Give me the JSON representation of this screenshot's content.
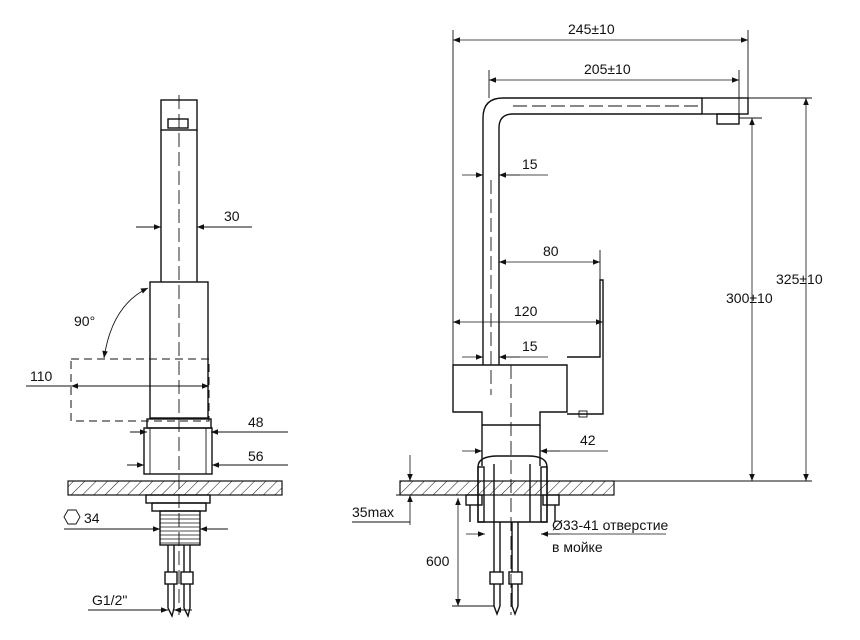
{
  "dimensions": {
    "left": {
      "d30": "30",
      "angle": "90°",
      "d110": "110",
      "d48": "48",
      "d56": "56",
      "hex34": "34",
      "thread": "G1/2\""
    },
    "right": {
      "d245": "245±10",
      "d205": "205±10",
      "d15_top": "15",
      "d80": "80",
      "d120": "120",
      "d15_mid": "15",
      "d300": "300±10",
      "d325": "325±10",
      "d42": "42",
      "d35max": "35max",
      "d600": "600",
      "hole_line1": "Ø33-41 отверстие",
      "hole_line2": "в мойке"
    }
  },
  "icons": {
    "hex": "hexagon-icon"
  }
}
